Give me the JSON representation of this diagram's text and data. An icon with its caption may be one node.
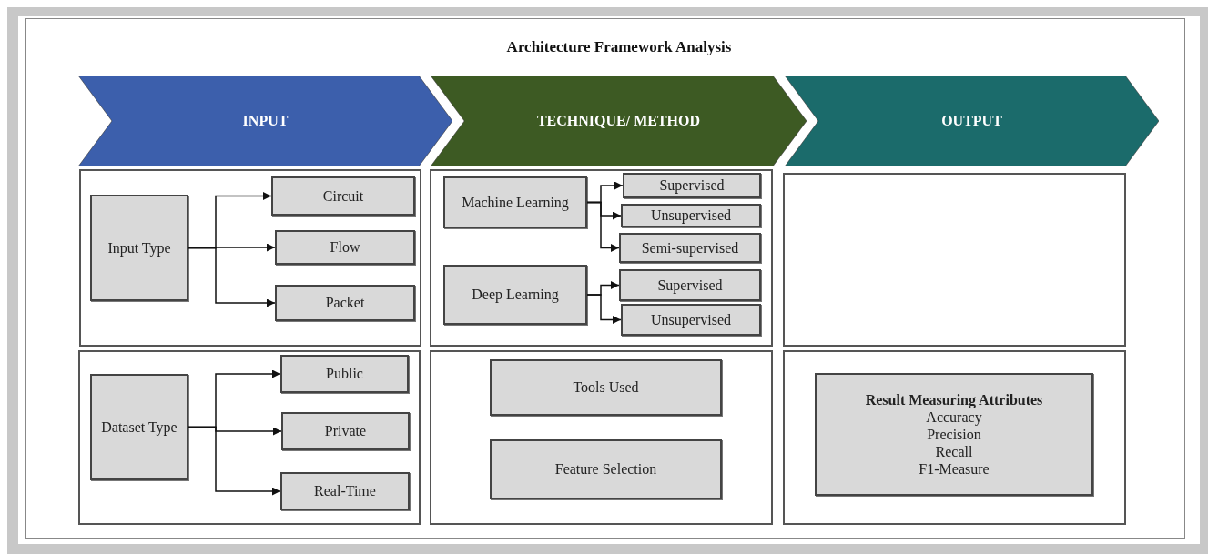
{
  "diagram": {
    "title": "Architecture Framework Analysis",
    "nodes": [
      {
        "text": [
          "INPUT"
        ]
      },
      {
        "text": [
          "TECHNIQUE/ METHOD"
        ]
      },
      {
        "text": [
          "OUTPUT"
        ]
      },
      {
        "text": [],
        "shape": "box"
      },
      {
        "text": [
          "Input Type"
        ],
        "in": 3
      },
      {
        "text": [
          "Circuit"
        ],
        "in": 3
      },
      {
        "text": [
          "Flow"
        ],
        "in": 3
      },
      {
        "text": [
          "Packet"
        ],
        "in": 3
      },
      {
        "text": [],
        "shape": "box"
      },
      {
        "text": [
          "Machine Learning"
        ],
        "in": 8
      },
      {
        "text": [
          "Supervised"
        ],
        "in": 8
      },
      {
        "text": [
          "Unsupervised"
        ],
        "in": 8
      },
      {
        "text": [
          "Semi-supervised"
        ],
        "in": 8
      },
      {
        "text": [
          "Deep Learning"
        ],
        "in": 8
      },
      {
        "text": [
          "Supervised"
        ],
        "in": 8
      },
      {
        "text": [
          "Unsupervised"
        ],
        "in": 8
      },
      {
        "text": [],
        "shape": "box"
      },
      {
        "text": [],
        "shape": "box"
      },
      {
        "text": [
          "Dataset Type"
        ],
        "in": 17
      },
      {
        "text": [
          "Public"
        ],
        "in": 17
      },
      {
        "text": [
          "Private"
        ],
        "in": 17
      },
      {
        "text": [
          "Real-Time"
        ],
        "in": 17
      },
      {
        "text": [],
        "shape": "box"
      },
      {
        "text": [
          "Tools Used"
        ],
        "in": 22
      },
      {
        "text": [
          "Feature Selection"
        ],
        "in": 22
      },
      {
        "text": [],
        "shape": "box"
      },
      {
        "text": [
          "Result Measuring Attributes",
          "Accuracy",
          "Precision",
          "Recall",
          "F1-Measure"
        ],
        "in": 25
      }
    ],
    "edges": [
      {
        "from": 4,
        "to": 5,
        "arrow": "to"
      },
      {
        "from": 4,
        "to": 6,
        "arrow": "to"
      },
      {
        "from": 4,
        "to": 7,
        "arrow": "to"
      },
      {
        "from": 9,
        "to": 10,
        "arrow": "to"
      },
      {
        "from": 9,
        "to": 11,
        "arrow": "to"
      },
      {
        "from": 9,
        "to": 12,
        "arrow": "to"
      },
      {
        "from": 13,
        "to": 14,
        "arrow": "to"
      },
      {
        "from": 13,
        "to": 15,
        "arrow": "to"
      },
      {
        "from": 18,
        "to": 19,
        "arrow": "to"
      },
      {
        "from": 18,
        "to": 20,
        "arrow": "to"
      },
      {
        "from": 18,
        "to": 21,
        "arrow": "to"
      }
    ]
  }
}
